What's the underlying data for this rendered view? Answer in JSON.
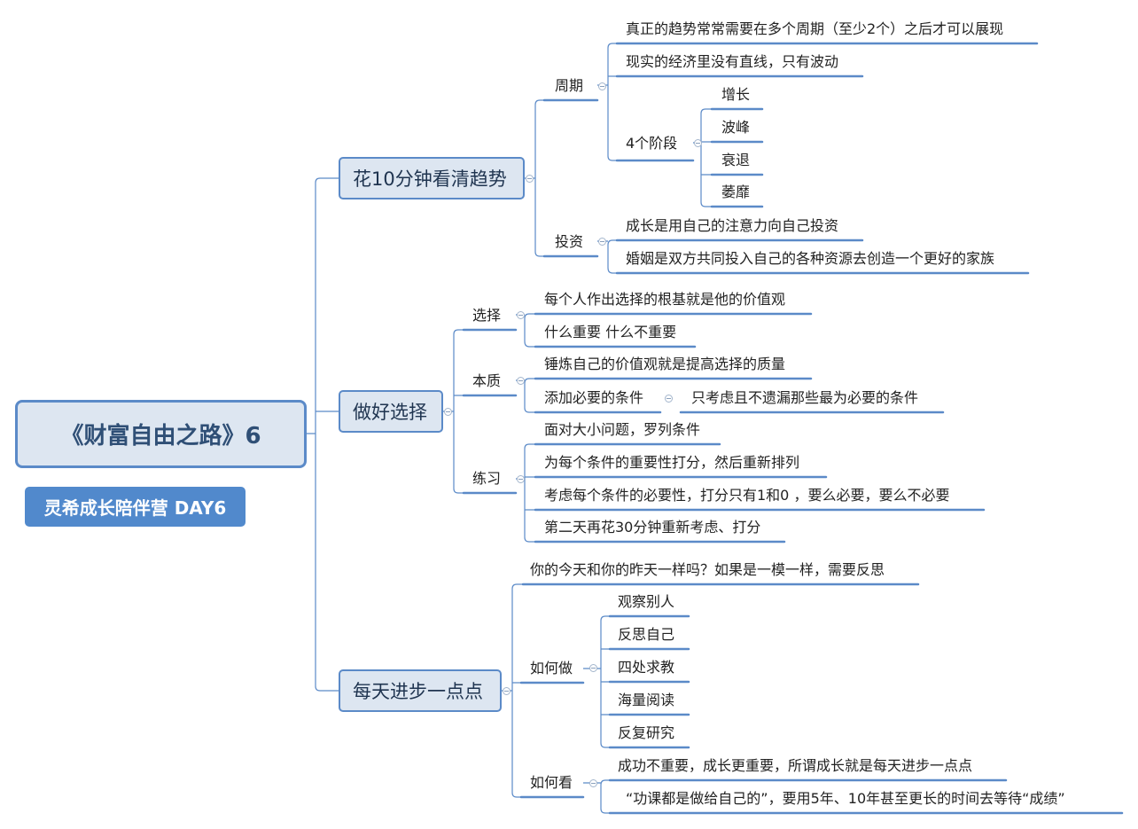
{
  "root": {
    "title": "《财富自由之路》6",
    "tag": "灵希成长陪伴营 DAY6"
  },
  "branches": {
    "trend": {
      "title": "花10分钟看清趋势",
      "cycle": {
        "label": "周期",
        "items": [
          "真正的趋势常常需要在多个周期（至少2个）之后才可以展现",
          "现实的经济里没有直线，只有波动"
        ],
        "stages": {
          "label": "4个阶段",
          "items": [
            "增长",
            "波峰",
            "衰退",
            "萎靡"
          ]
        }
      },
      "invest": {
        "label": "投资",
        "items": [
          "成长是用自己的注意力向自己投资",
          "婚姻是双方共同投入自己的各种资源去创造一个更好的家族"
        ]
      }
    },
    "choice": {
      "title": "做好选择",
      "select": {
        "label": "选择",
        "items": [
          "每个人作出选择的根基就是他的价值观",
          "什么重要 什么不重要"
        ]
      },
      "essence": {
        "label": "本质",
        "items": [
          "锤炼自己的价值观就是提高选择的质量",
          "添加必要的条件"
        ],
        "sub": "只考虑且不遗漏那些最为必要的条件"
      },
      "practice": {
        "label": "练习",
        "items": [
          "面对大小问题，罗列条件",
          "为每个条件的重要性打分，然后重新排列",
          "考虑每个条件的必要性，打分只有1和0 ，要么必要，要么不必要",
          "第二天再花30分钟重新考虑、打分"
        ]
      }
    },
    "daily": {
      "title": "每天进步一点点",
      "top": "你的今天和你的昨天一样吗？如果是一模一样，需要反思",
      "how_do": {
        "label": "如何做",
        "items": [
          "观察别人",
          "反思自己",
          "四处求教",
          "海量阅读",
          "反复研究"
        ]
      },
      "how_see": {
        "label": "如何看",
        "items": [
          "成功不重要，成长更重要，所谓成长就是每天进步一点点",
          "“功课都是做给自己的”，要用5年、10年甚至更长的时间去等待“成绩”"
        ]
      }
    }
  },
  "colors": {
    "line": "#5b8ac8",
    "node_fill": "#dde6f1",
    "tag_fill": "#5189cc",
    "root_text": "#2f4f76"
  }
}
